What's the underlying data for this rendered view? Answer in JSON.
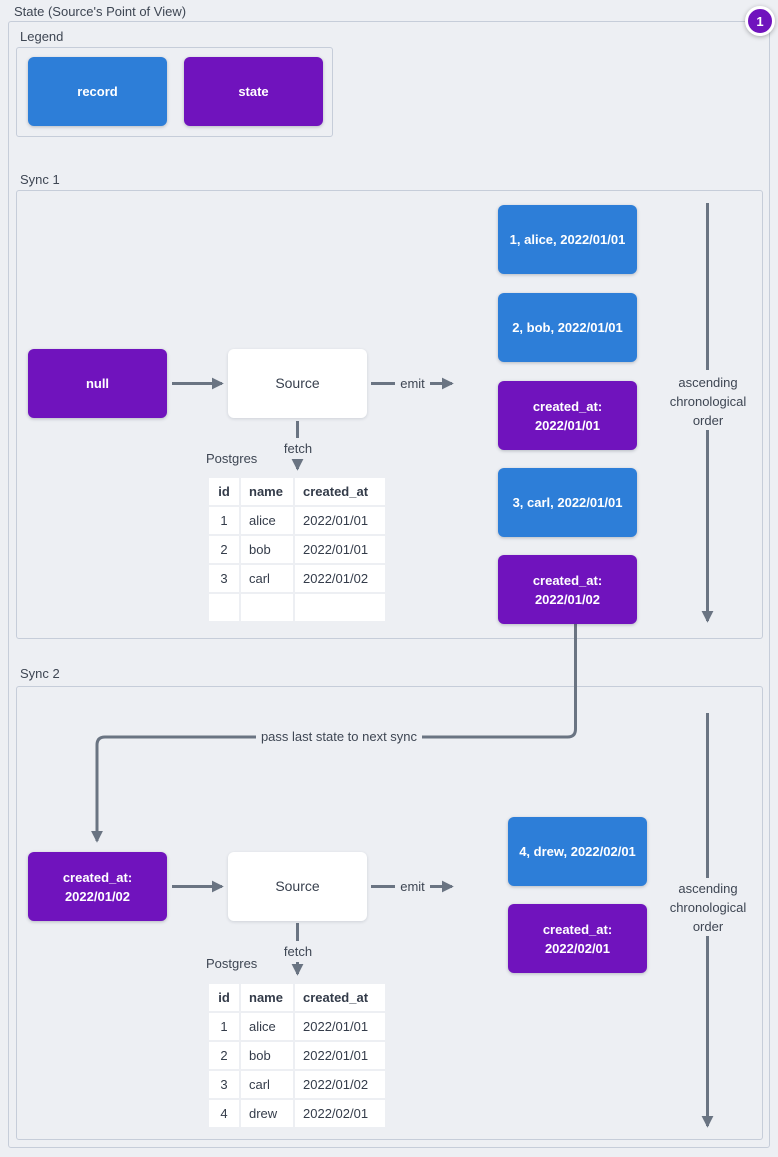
{
  "title": "State (Source's Point of View)",
  "badge": {
    "label": "1"
  },
  "colors": {
    "record": "#2d7ed8",
    "state": "#7013bd",
    "arrow": "#6a7482",
    "background": "#edeff3",
    "frame_border": "#c6cdd9"
  },
  "legend": {
    "label": "Legend",
    "items": [
      {
        "type": "record",
        "label": "record"
      },
      {
        "type": "state",
        "label": "state"
      }
    ]
  },
  "sync1": {
    "label": "Sync 1",
    "input_state": {
      "type": "state",
      "lines": [
        "null"
      ]
    },
    "source_label": "Source",
    "emit_label": "emit",
    "fetch_label": "fetch",
    "postgres_label": "Postgres",
    "order_note": "ascending chronological order",
    "emitted": [
      {
        "type": "record",
        "text": "1, alice, 2022/01/01"
      },
      {
        "type": "record",
        "text": "2, bob, 2022/01/01"
      },
      {
        "type": "state",
        "lines": [
          "created_at:",
          "2022/01/01"
        ]
      },
      {
        "type": "record",
        "text": "3, carl, 2022/01/01"
      },
      {
        "type": "state",
        "lines": [
          "created_at:",
          "2022/01/02"
        ]
      }
    ],
    "table": {
      "headers": [
        "id",
        "name",
        "created_at"
      ],
      "rows": [
        [
          "1",
          "alice",
          "2022/01/01"
        ],
        [
          "2",
          "bob",
          "2022/01/01"
        ],
        [
          "3",
          "carl",
          "2022/01/02"
        ],
        [
          "",
          "",
          ""
        ]
      ]
    }
  },
  "connector": {
    "label": "pass last state to next sync"
  },
  "sync2": {
    "label": "Sync 2",
    "input_state": {
      "type": "state",
      "lines": [
        "created_at:",
        "2022/01/02"
      ]
    },
    "source_label": "Source",
    "emit_label": "emit",
    "fetch_label": "fetch",
    "postgres_label": "Postgres",
    "order_note": "ascending chronological order",
    "emitted": [
      {
        "type": "record",
        "text": "4, drew, 2022/02/01"
      },
      {
        "type": "state",
        "lines": [
          "created_at:",
          "2022/02/01"
        ]
      }
    ],
    "table": {
      "headers": [
        "id",
        "name",
        "created_at"
      ],
      "rows": [
        [
          "1",
          "alice",
          "2022/01/01"
        ],
        [
          "2",
          "bob",
          "2022/01/01"
        ],
        [
          "3",
          "carl",
          "2022/01/02"
        ],
        [
          "4",
          "drew",
          "2022/02/01"
        ]
      ]
    }
  }
}
